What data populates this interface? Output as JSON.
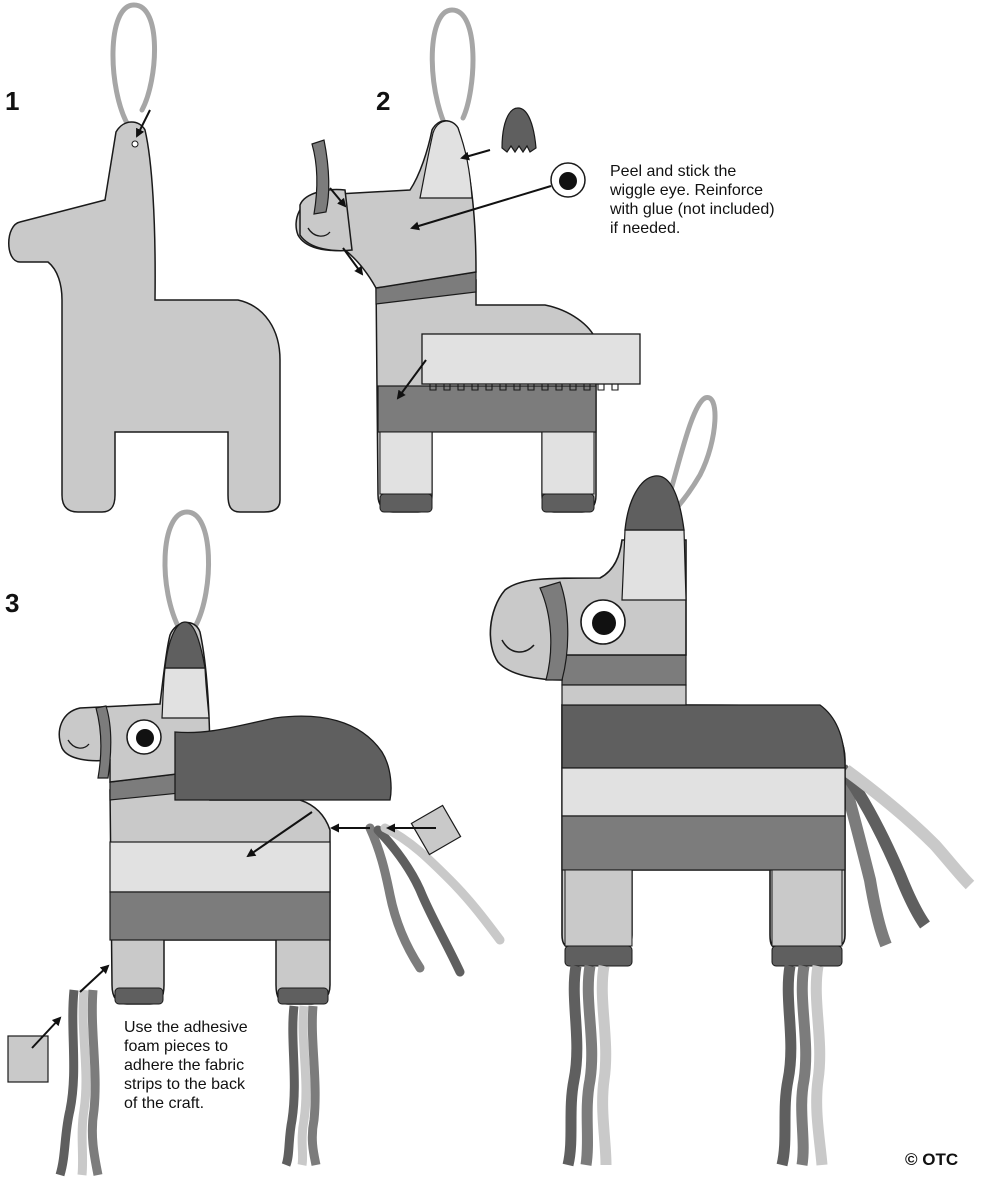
{
  "steps": [
    {
      "number": "1"
    },
    {
      "number": "2"
    },
    {
      "number": "3"
    }
  ],
  "notes": {
    "eye": "Peel and stick the\nwiggle eye. Reinforce\nwith glue (not included)\nif needed.",
    "foam": "Use the adhesive\nfoam pieces to\nadhere the fabric\nstrips to the back\nof the craft."
  },
  "copyright": "© OTC",
  "colors": {
    "light_gray": "#c9c9c9",
    "pale_gray": "#e1e1e1",
    "dark_gray": "#5f5f5f",
    "mid_gray": "#7c7c7c",
    "hanger": "#a6a6a6",
    "outline": "#1a1a1a"
  },
  "icons": [
    "hanger-loop",
    "wiggle-eye",
    "arrow",
    "adhesive-foam-square",
    "fabric-strip"
  ]
}
